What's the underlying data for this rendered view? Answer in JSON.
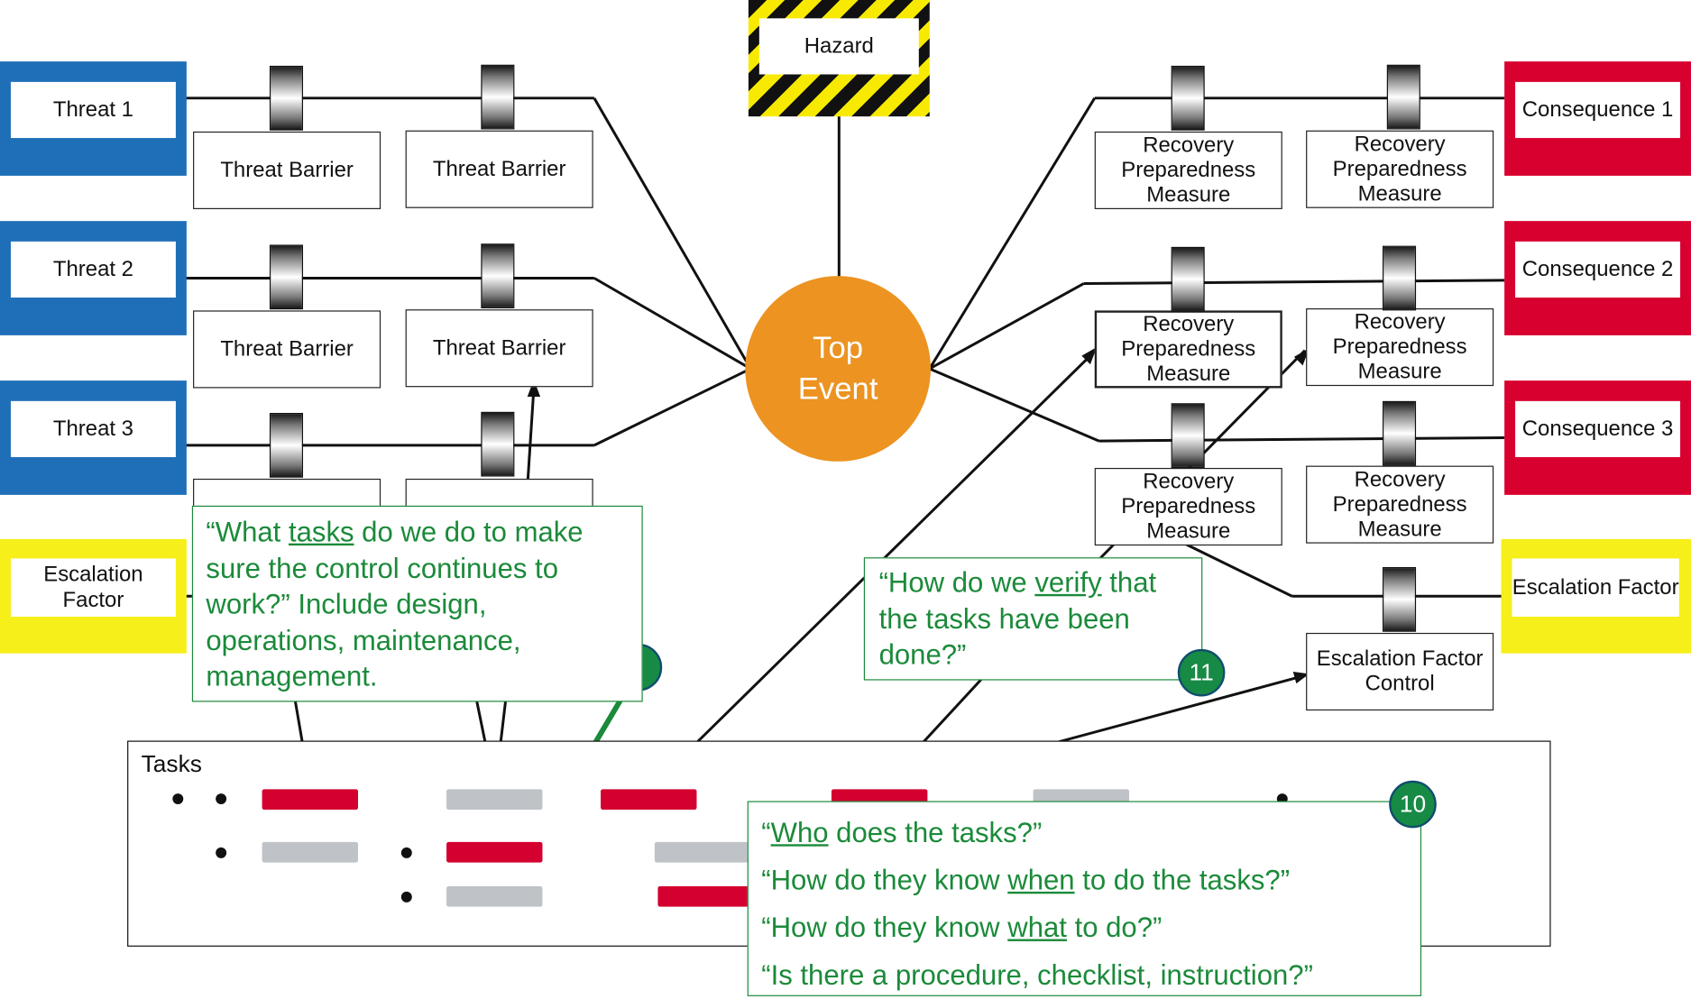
{
  "hazard": {
    "label": "Hazard"
  },
  "top_event": {
    "label": "Top\nEvent"
  },
  "threats": [
    {
      "label": "Threat 1"
    },
    {
      "label": "Threat 2"
    },
    {
      "label": "Threat 3"
    }
  ],
  "threat_barriers": [
    {
      "label": "Threat Barrier"
    },
    {
      "label": "Threat Barrier"
    },
    {
      "label": "Threat Barrier"
    },
    {
      "label": "Threat Barrier"
    }
  ],
  "escalation_left": {
    "label": "Escalation Factor"
  },
  "escalation_right": {
    "label": "Escalation Factor"
  },
  "escalation_control": {
    "label": "Escalation Factor Control"
  },
  "consequences": [
    {
      "label": "Consequence 1"
    },
    {
      "label": "Consequence 2"
    },
    {
      "label": "Consequence 3"
    }
  ],
  "recovery_measures": [
    {
      "label": "Recovery Preparedness Measure"
    },
    {
      "label": "Recovery Preparedness Measure"
    },
    {
      "label": "Recovery Preparedness Measure"
    },
    {
      "label": "Recovery Preparedness Measure"
    },
    {
      "label": "Recovery Preparedness Measure"
    },
    {
      "label": "Recovery Preparedness Measure"
    }
  ],
  "tasks_panel": {
    "title": "Tasks"
  },
  "callout_tasks": {
    "open": "“What ",
    "keyword": "tasks",
    "rest": " do we do to make sure the control continues to work?” Include design, operations, maintenance, management."
  },
  "callout_verify": {
    "open": "“How do we ",
    "keyword": "verify",
    "rest": " that the tasks have been done?”",
    "badge": "11"
  },
  "callout_who": {
    "badge": "10",
    "q1_open": "“",
    "q1_key": "Who",
    "q1_rest": " does the tasks?”",
    "q2_open": "“How do they know ",
    "q2_key": "when",
    "q2_rest": " to do the tasks?”",
    "q3_open": "“How do they know ",
    "q3_key": "what",
    "q3_rest": " to do?”",
    "q4": "“Is there a procedure, checklist, instruction?”"
  },
  "colors": {
    "threat": "#1f6fb8",
    "consequence": "#d8002f",
    "escalation": "#f6ef1a",
    "top_event": "#ec9321",
    "task_critical": "#d4002f",
    "task_other": "#bfc3c7",
    "callout": "#1b8a3a"
  }
}
